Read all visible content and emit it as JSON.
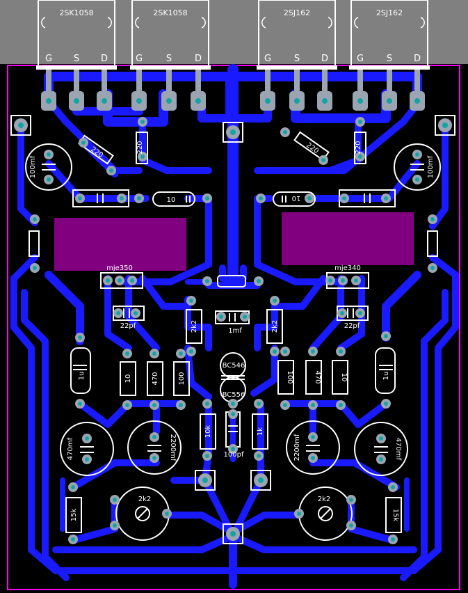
{
  "colors": {
    "background": "#000000",
    "copper": "#1a1aff",
    "silkscreen": "#ffffff",
    "pad": "#9aa5b1",
    "hole": "#14a3a3",
    "keepout": "#800080",
    "outline": "#ff00ff",
    "heatsink": "#808080"
  },
  "transistors": [
    {
      "part": "2SK1058",
      "pins": [
        "G",
        "S",
        "D"
      ]
    },
    {
      "part": "2SK1058",
      "pins": [
        "G",
        "S",
        "D"
      ]
    },
    {
      "part": "2SJ162",
      "pins": [
        "G",
        "S",
        "D"
      ]
    },
    {
      "part": "2SJ162",
      "pins": [
        "G",
        "S",
        "D"
      ]
    }
  ],
  "labels": {
    "r_gate_left": "220",
    "r_gate_left2": "220",
    "r_gate_right": "220",
    "r_gate_right2": "220",
    "cap_left_top": "100mf",
    "cap_right_top": "100mf",
    "res_10_left": "10",
    "res_10_right": "10",
    "mje_left": "mje350",
    "mje_right": "mje340",
    "cap_22pf_left": "22pf",
    "cap_22pf_right": "22pf",
    "res_2k2_left": "2k2",
    "res_2k2_right": "2k2",
    "cap_1mf": "1mf",
    "bc546": "BC546",
    "bc556": "BC556",
    "res_1u_left": "1u",
    "res_1u_right": "1u",
    "res_10_mid_left": "10",
    "res_470_left": "470",
    "res_100_left": "100",
    "res_100_right": "100",
    "res_470_right": "470",
    "res_10_mid_right": "10",
    "cap_470mf_left": "470mf",
    "cap_2200mf_left": "2200mf",
    "cap_2200mf_right": "2200mf",
    "cap_470mf_right": "470mf",
    "res_10k": "10k",
    "res_1k": "1k",
    "cap_100pf": "100pf",
    "res_15k_left": "15k",
    "res_15k_right": "15k",
    "pot_left": "2k2",
    "pot_right": "2k2"
  }
}
